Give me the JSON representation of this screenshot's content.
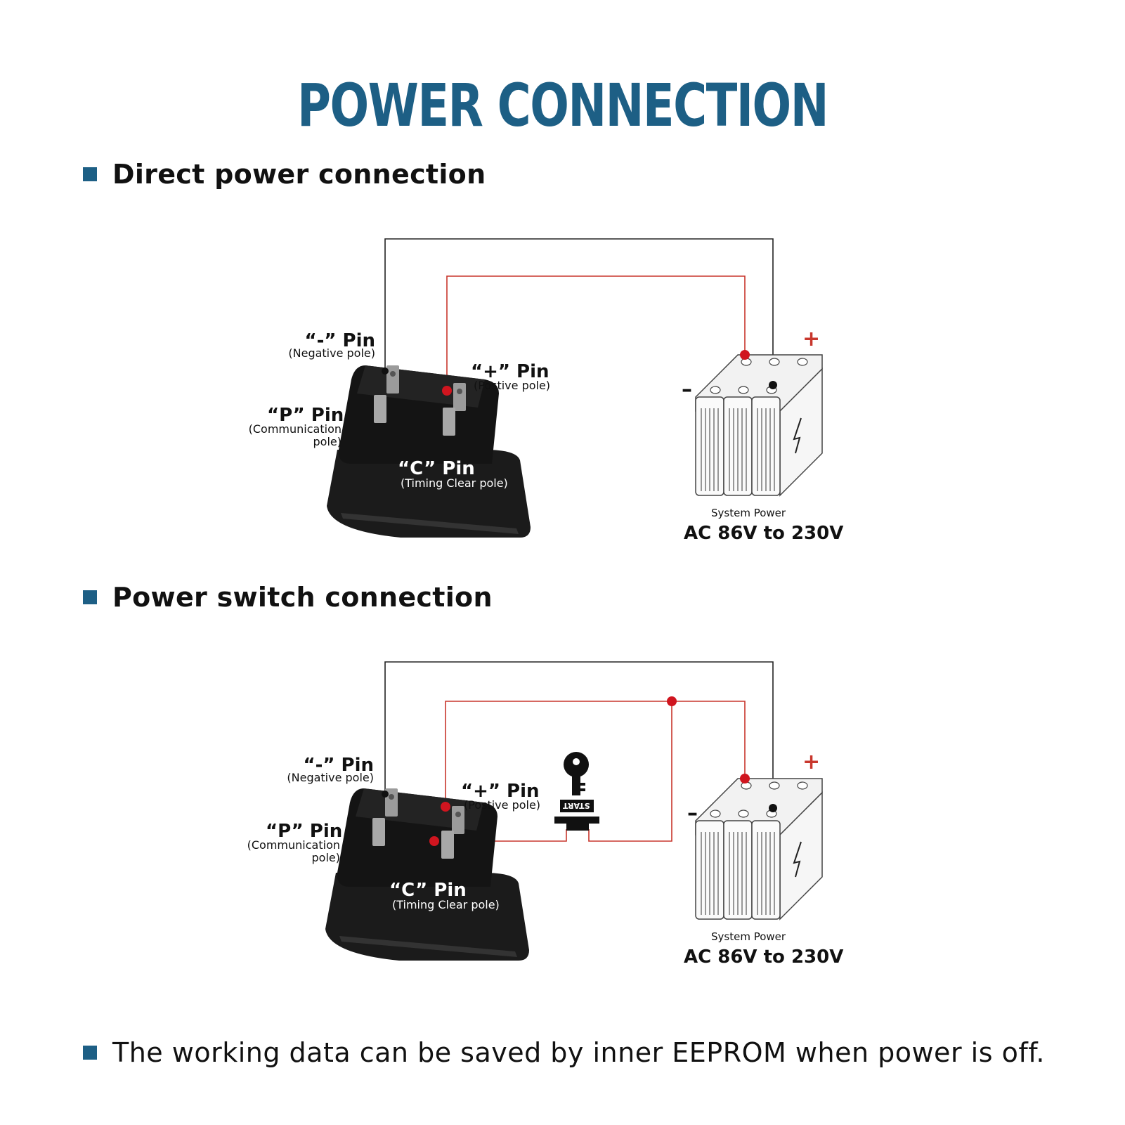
{
  "title": "POWER CONNECTION",
  "sections": [
    {
      "heading": "Direct power connection"
    },
    {
      "heading": "Power switch connection"
    }
  ],
  "labels": {
    "neg_pin": "“-” Pin",
    "neg_sub": "(Negative pole)",
    "pos_pin": "“+” Pin",
    "pos_sub": "(Postive pole)",
    "p_pin": "“P” Pin",
    "p_sub1": "(Communication",
    "p_sub2": "pole)",
    "c_pin": "“C” Pin",
    "c_sub": "(Timing Clear pole)",
    "system_power": "System Power",
    "voltage": "AC 86V to 230V",
    "plus": "+",
    "minus": "–",
    "key_text": "START"
  },
  "footer": "The working data can be saved by inner EEPROM when power is off.",
  "colors": {
    "title": "#1d5f85",
    "bullet": "#1d5f85",
    "wire_black": "#222222",
    "wire_red": "#c8372d",
    "dot_red": "#d0151f"
  },
  "icons": [
    "square-bullet-icon",
    "timer-meter-device-icon",
    "battery-pack-icon",
    "ignition-key-switch-icon"
  ]
}
